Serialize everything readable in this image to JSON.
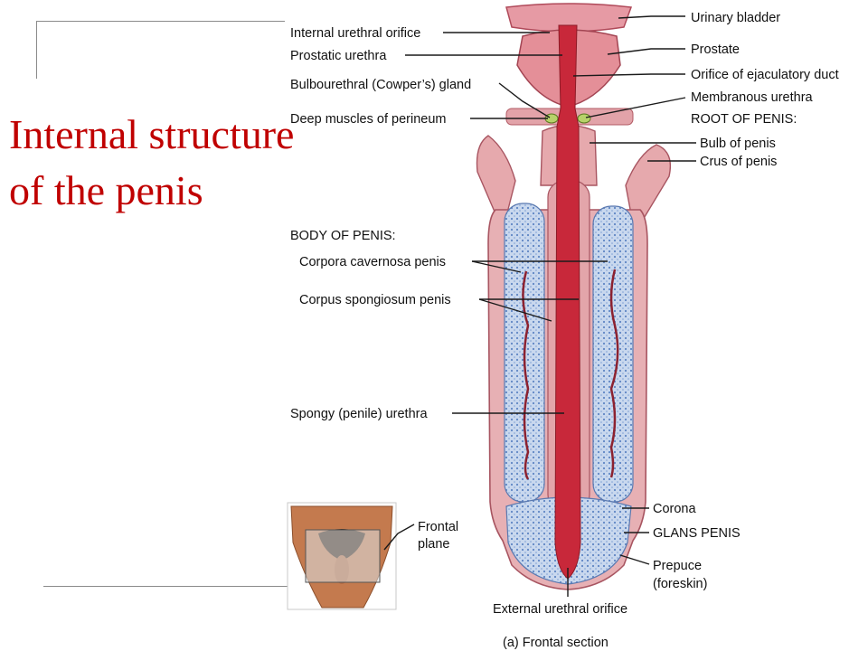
{
  "title": "Internal structure of the penis",
  "labels": {
    "internal_urethral_orifice": "Internal urethral orifice",
    "prostatic_urethra": "Prostatic urethra",
    "bulbourethral_gland": "Bulbourethral (Cowper’s) gland",
    "deep_muscles_perineum": "Deep muscles of perineum",
    "urinary_bladder": "Urinary bladder",
    "prostate": "Prostate",
    "orifice_ejaculatory_duct": "Orifice of ejaculatory duct",
    "membranous_urethra": "Membranous urethra",
    "root_of_penis": "ROOT OF PENIS:",
    "bulb_of_penis": "Bulb of penis",
    "crus_of_penis": "Crus of penis",
    "body_of_penis": "BODY OF PENIS:",
    "corpora_cavernosa": "Corpora cavernosa penis",
    "corpus_spongiosum": "Corpus spongiosum penis",
    "spongy_urethra": "Spongy (penile) urethra",
    "corona": "Corona",
    "glans_penis": "GLANS PENIS",
    "prepuce": "Prepuce",
    "foreskin": "(foreskin)",
    "external_urethral_orifice": "External urethral orifice",
    "frontal": "Frontal",
    "plane": "plane",
    "caption": "(a) Frontal section"
  },
  "colors": {
    "title": "#c00000",
    "urethra": "#c8283a",
    "erectile_tissue": "#c9d8ee",
    "tunica": "#e2a7ab",
    "skin": "#c47a4e"
  }
}
